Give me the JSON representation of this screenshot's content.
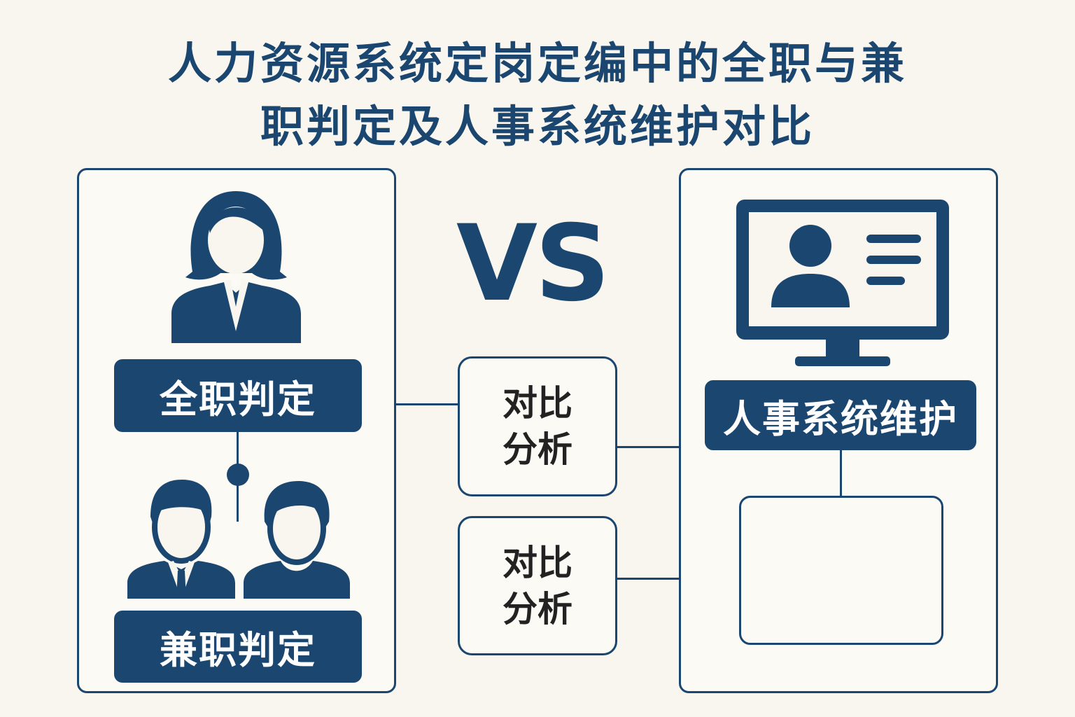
{
  "title": {
    "line1": "人力资源系统定岗定编中的全职与兼",
    "line2": "职判定及人事系统维护对比"
  },
  "left_panel": {
    "full_time_label": "全职判定",
    "part_time_label": "兼职判定"
  },
  "vs_text": "VS",
  "compare_boxes": [
    {
      "line1": "对比",
      "line2": "分析"
    },
    {
      "line1": "对比",
      "line2": "分析"
    }
  ],
  "right_panel": {
    "hr_system_label": "人事系统维护"
  },
  "colors": {
    "navy": "#1a4670",
    "background": "#f8f6ef"
  }
}
